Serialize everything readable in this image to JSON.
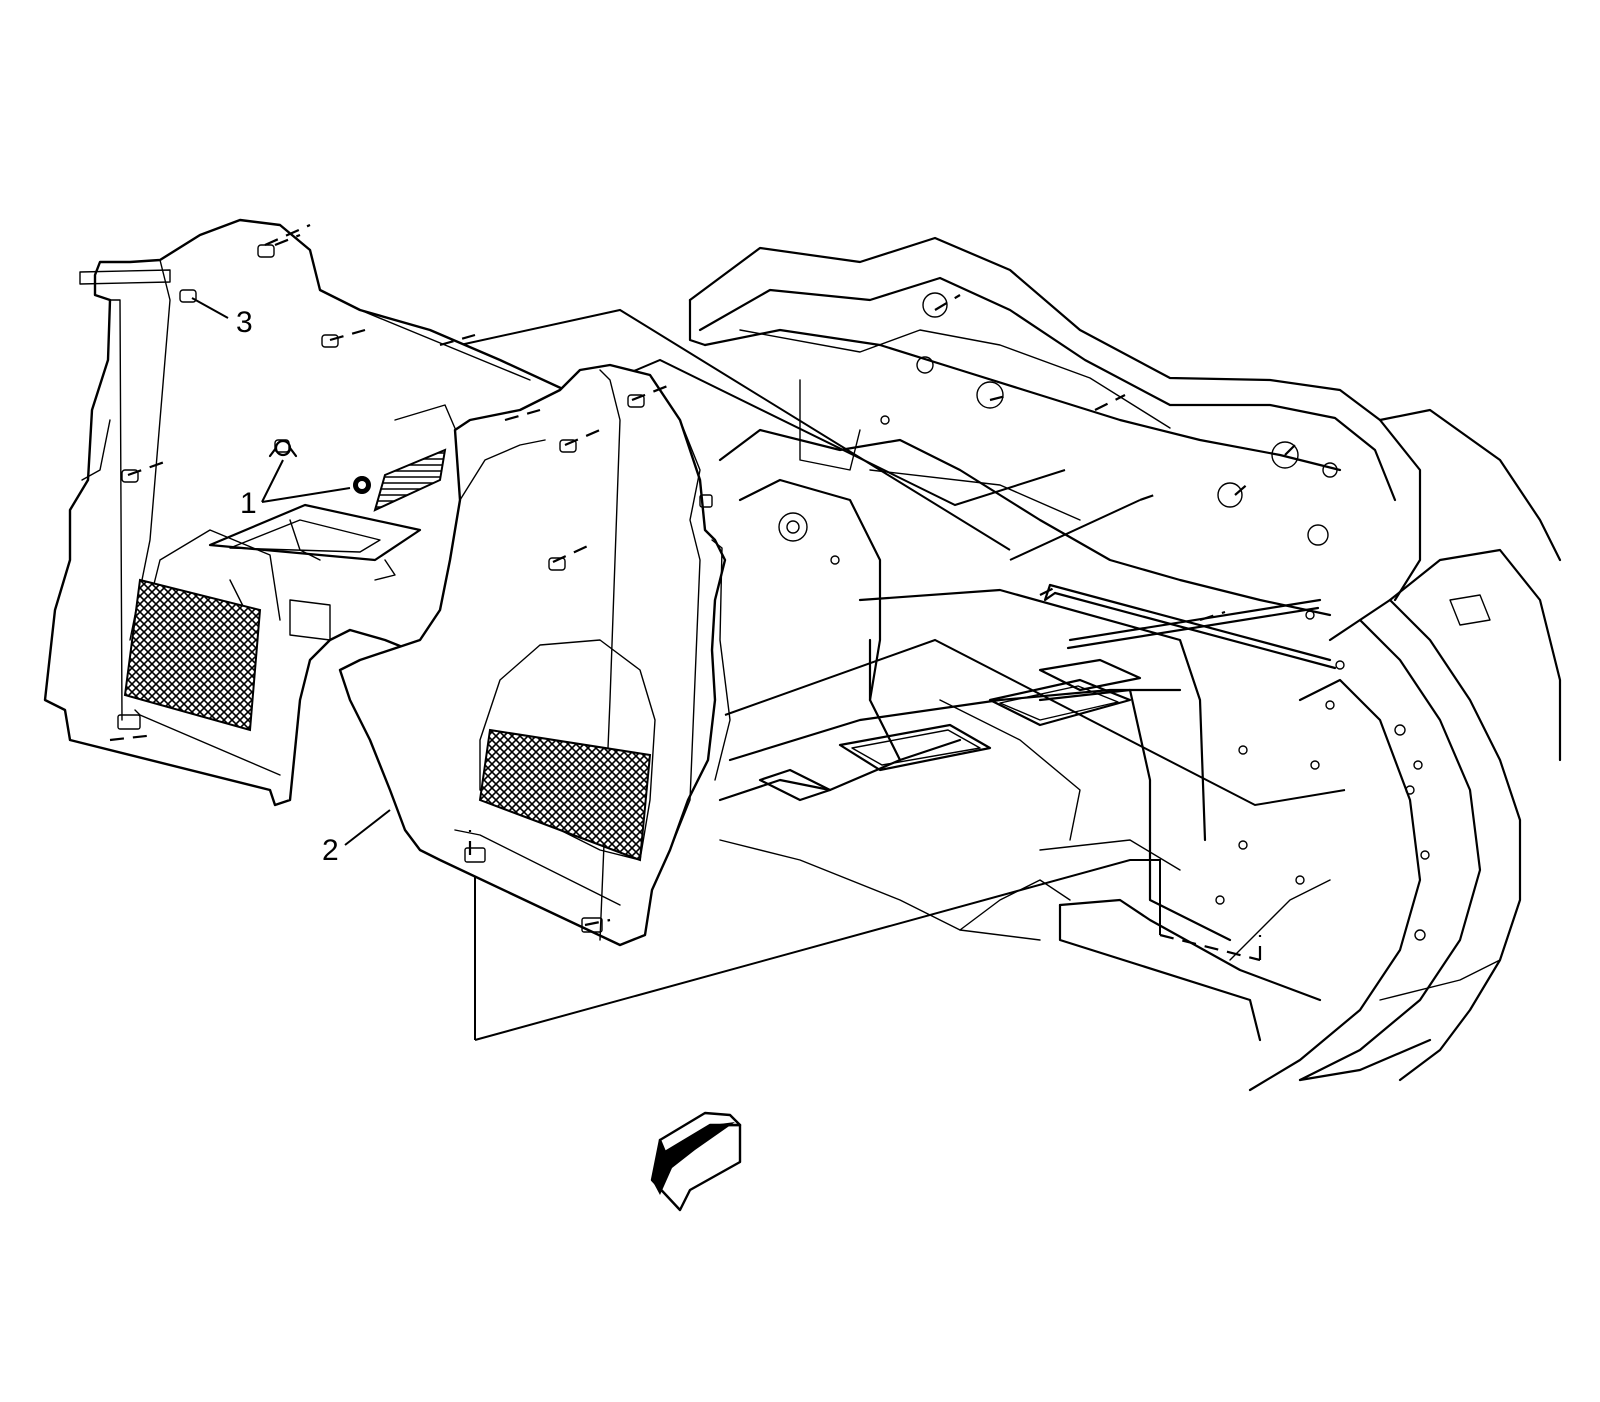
{
  "diagram": {
    "callouts": [
      {
        "id": "1",
        "label": "1"
      },
      {
        "id": "2",
        "label": "2"
      },
      {
        "id": "3",
        "label": "3"
      }
    ],
    "colors": {
      "line": "#000000",
      "background": "#ffffff"
    },
    "icons": [
      "view-direction-arrow-icon"
    ]
  }
}
